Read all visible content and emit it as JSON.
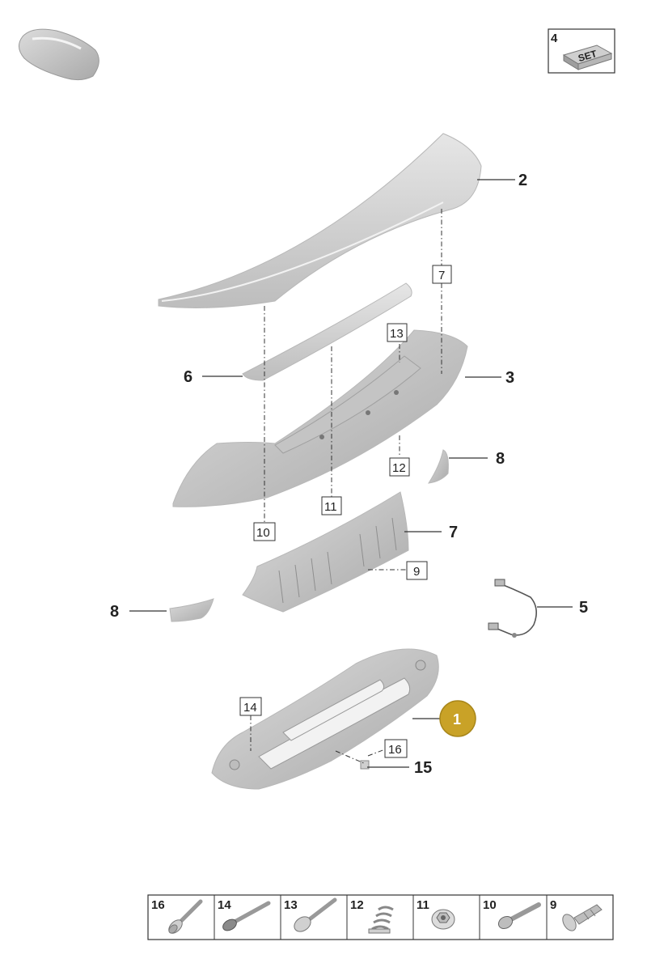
{
  "set_badge": {
    "number": "4",
    "label": "SET"
  },
  "callouts": {
    "c1": "1",
    "c2": "2",
    "c3": "3",
    "c5": "5",
    "c6": "6",
    "c7": "7",
    "c8a": "8",
    "c8b": "8",
    "c15": "15"
  },
  "boxed_refs": {
    "b7": "7",
    "b9": "9",
    "b10": "10",
    "b11": "11",
    "b12": "12",
    "b13": "13",
    "b14": "14",
    "b16": "16"
  },
  "fastener_legend": [
    {
      "number": "16",
      "icon": "bolt-washer-icon"
    },
    {
      "number": "14",
      "icon": "bolt-flange-icon"
    },
    {
      "number": "13",
      "icon": "bolt-round-head-icon"
    },
    {
      "number": "12",
      "icon": "spring-clip-icon"
    },
    {
      "number": "11",
      "icon": "hex-nut-icon"
    },
    {
      "number": "10",
      "icon": "bolt-hex-icon"
    },
    {
      "number": "9",
      "icon": "push-rivet-icon"
    }
  ],
  "colors": {
    "highlight_badge": "#c9a227",
    "part_fill": "#d6d6d6",
    "line": "#333333"
  }
}
